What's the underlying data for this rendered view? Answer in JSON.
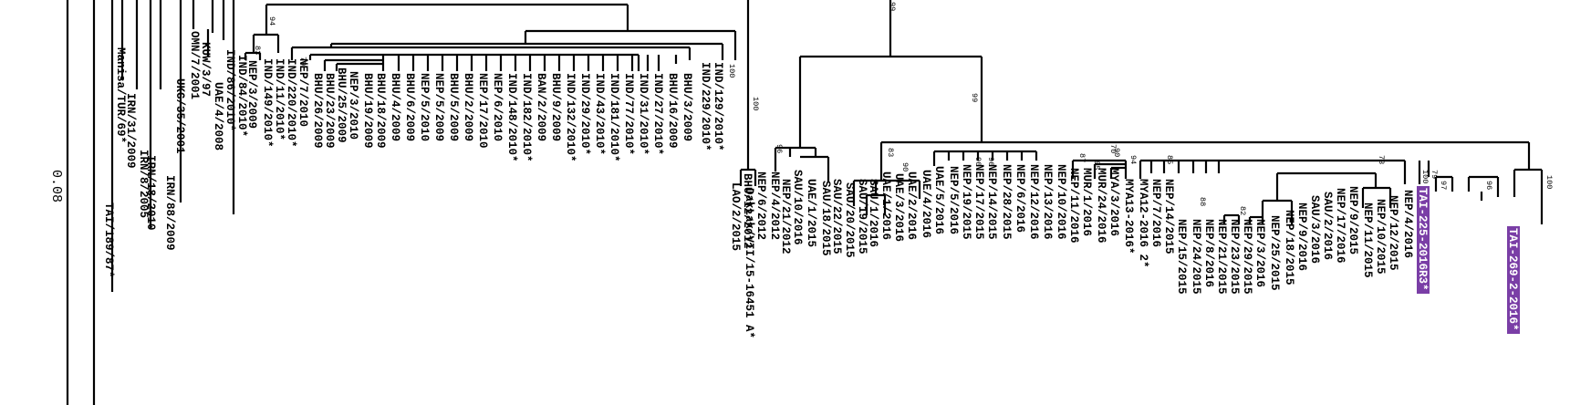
{
  "scale_label": "0.08",
  "highlight_color": "#7a3ea6",
  "leaves": [
    {
      "label": "TAI/189/87*"
    },
    {
      "label": "Manisa/TUR/69*"
    },
    {
      "label": "IRN/31/2009"
    },
    {
      "label": "IRN/8/2005"
    },
    {
      "label": "IRN/18/2010"
    },
    {
      "label": "IRN/88/2009"
    },
    {
      "label": "UKG/35/2001"
    },
    {
      "label": "OMN/7/2001"
    },
    {
      "label": "KUW/3/97"
    },
    {
      "label": "UAE/4/2008"
    },
    {
      "label": "IND/86/2010*"
    },
    {
      "label": "IND/84/2010*"
    },
    {
      "label": "NEP/3/2009"
    },
    {
      "label": "IND/149/2010*"
    },
    {
      "label": "IND/11/2010*"
    },
    {
      "label": "IND/220/2010*"
    },
    {
      "label": "NEP/7/2010"
    },
    {
      "label": "BHU/26/2009"
    },
    {
      "label": "BHU/23/2009"
    },
    {
      "label": "BHU/25/2009"
    },
    {
      "label": "NEP/3/2010"
    },
    {
      "label": "BHU/19/2009"
    },
    {
      "label": "BHU/18/2009"
    },
    {
      "label": "BHU/4/2009"
    },
    {
      "label": "BHU/6/2009"
    },
    {
      "label": "NEP/5/2010"
    },
    {
      "label": "NEP/5/2009"
    },
    {
      "label": "BHU/5/2009"
    },
    {
      "label": "BHU/2/2009"
    },
    {
      "label": "NEP/17/2010"
    },
    {
      "label": "NEP/6/2010"
    },
    {
      "label": "IND/148/2010*"
    },
    {
      "label": "IND/182/2010*"
    },
    {
      "label": "BAN/2/2009"
    },
    {
      "label": "BHU/9/2009"
    },
    {
      "label": "IND/132/2010*"
    },
    {
      "label": "IND/29/2010*"
    },
    {
      "label": "IND/43/2010*"
    },
    {
      "label": "IND/181/2010*"
    },
    {
      "label": "IND/77/2010*"
    },
    {
      "label": "IND/31/2010*"
    },
    {
      "label": "IND/27/2010*"
    },
    {
      "label": "BHU/16/2009"
    },
    {
      "label": "BHU/3/2009"
    },
    {
      "label": "IND/229/2010*"
    },
    {
      "label": "IND/129/2010*"
    },
    {
      "label": "LAO/2/2015"
    },
    {
      "label": "DakLak/VII/15-16451 A*"
    },
    {
      "label": "BHU/12/2012"
    },
    {
      "label": "NEP/6/2012"
    },
    {
      "label": "NEP/4/2012"
    },
    {
      "label": "NEP/21/2012"
    },
    {
      "label": "SAU/10/2016"
    },
    {
      "label": "UAE/1/2015"
    },
    {
      "label": "SAU/18/2015"
    },
    {
      "label": "SAU/22/2015"
    },
    {
      "label": "SAU/20/2015"
    },
    {
      "label": "SAU/19/2015"
    },
    {
      "label": "SAU/1/2016"
    },
    {
      "label": "UAE/1/2016"
    },
    {
      "label": "UAE/3/2016"
    },
    {
      "label": "UAE/2/2016"
    },
    {
      "label": "UAE/4/2016"
    },
    {
      "label": "UAE/5/2016"
    },
    {
      "label": "NEP/5/2016"
    },
    {
      "label": "NEP/19/2015"
    },
    {
      "label": "NEP/17/2015"
    },
    {
      "label": "NEP/14/2015"
    },
    {
      "label": "NEP/28/2015"
    },
    {
      "label": "NEP/6/2016"
    },
    {
      "label": "NEP/12/2016"
    },
    {
      "label": "NEP/13/2016"
    },
    {
      "label": "NEP/10/2016"
    },
    {
      "label": "NEP/11/2016"
    },
    {
      "label": "MUR/1/2016"
    },
    {
      "label": "MUR/24/2016"
    },
    {
      "label": "MYA/3/2016"
    },
    {
      "label": "MYA13-2016*"
    },
    {
      "label": "MYA12-2016 2*"
    },
    {
      "label": "NEP/7/2016"
    },
    {
      "label": "NEP/14/2015"
    },
    {
      "label": "NEP/15/2015"
    },
    {
      "label": "NEP/24/2015"
    },
    {
      "label": "NEP/8/2016"
    },
    {
      "label": "NEP/21/2015"
    },
    {
      "label": "NEP/23/2015"
    },
    {
      "label": "NEP/29/2015"
    },
    {
      "label": "NEP/3/2016"
    },
    {
      "label": "NEP/25/2015"
    },
    {
      "label": "NEP/18/2015"
    },
    {
      "label": "NEP/9/2016"
    },
    {
      "label": "SAU/3/2016"
    },
    {
      "label": "SAU/2/2016"
    },
    {
      "label": "NEP/17/2016"
    },
    {
      "label": "NEP/9/2015"
    },
    {
      "label": "NEP/11/2015"
    },
    {
      "label": "NEP/10/2015"
    },
    {
      "label": "NEP/12/2015"
    },
    {
      "label": "NEP/4/2016"
    },
    {
      "label": "TAI-225-2016R3*",
      "highlight": true
    },
    {
      "label": "TAI-269-2-2016*",
      "highlight": true
    }
  ],
  "bootstrap": [
    "99",
    "100",
    "100",
    "99",
    "94",
    "83",
    "79",
    "100",
    "96",
    "83",
    "90",
    "96",
    "87",
    "95",
    "94",
    "88",
    "82",
    "73",
    "79",
    "97",
    "96",
    "100",
    "70",
    "85",
    "90",
    "96"
  ]
}
